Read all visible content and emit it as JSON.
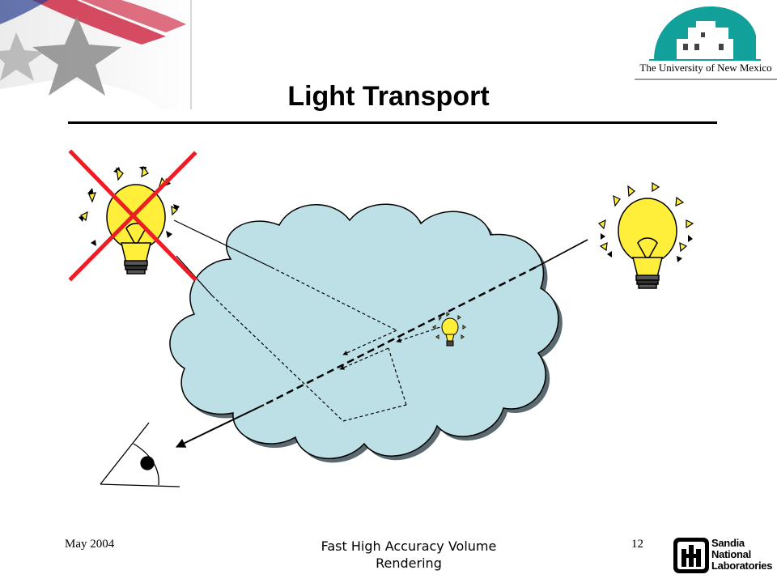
{
  "slide": {
    "title": "Light Transport",
    "footer": {
      "date": "May 2004",
      "title": "Fast High Accuracy Volume Rendering",
      "page": "12"
    }
  },
  "logos": {
    "unm": {
      "name": "The University of New Mexico",
      "color": "#12a09a",
      "icon": "unm-building-logo"
    },
    "sandia": {
      "lines": [
        "Sandia",
        "National",
        "Laboratories"
      ],
      "icon": "sandia-thunderbird-logo"
    },
    "corner": {
      "icon": "star-flag-logo"
    }
  },
  "diagram": {
    "cloud_color": "#bce0e6",
    "cross_color": "#ee1c25",
    "bulb_color": "#ffef3a",
    "elements": [
      "blocked-light-bulb",
      "light-bulb-right",
      "small-light-bulb",
      "participating-medium-cloud",
      "eye"
    ]
  }
}
